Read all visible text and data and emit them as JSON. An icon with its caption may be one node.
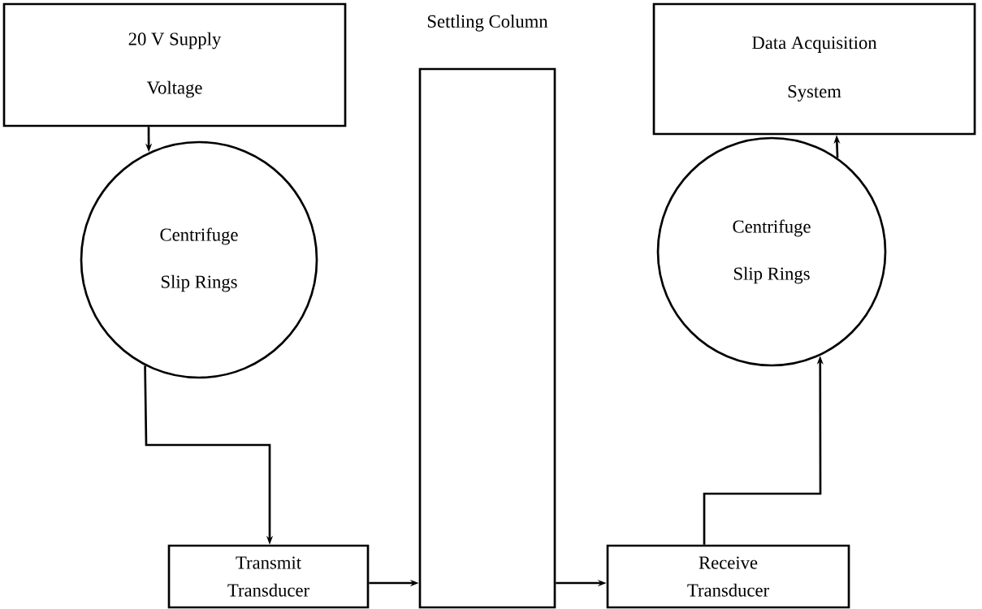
{
  "diagram": {
    "nodes": [
      {
        "text": [
          "20 V Supply Voltage"
        ]
      },
      {
        "text": [
          "Centrifuge Slip Rings"
        ]
      },
      {
        "text": [
          "Transmit Transducer"
        ]
      },
      {
        "text": [
          "Settling Column"
        ]
      },
      {
        "text": [
          "Receive Transducer"
        ]
      },
      {
        "text": [
          "Centrifuge Slip Rings"
        ]
      },
      {
        "text": [
          "Data Acquisition System"
        ]
      }
    ],
    "edges": [
      {
        "from": 0,
        "to": 1,
        "arrow": "to"
      },
      {
        "from": 1,
        "to": 2,
        "arrow": "to"
      },
      {
        "from": 2,
        "to": 3,
        "arrow": "to"
      },
      {
        "from": 3,
        "to": 4,
        "arrow": "to"
      },
      {
        "from": 4,
        "to": 5,
        "arrow": "to"
      },
      {
        "from": 5,
        "to": 6,
        "arrow": "to"
      }
    ]
  }
}
